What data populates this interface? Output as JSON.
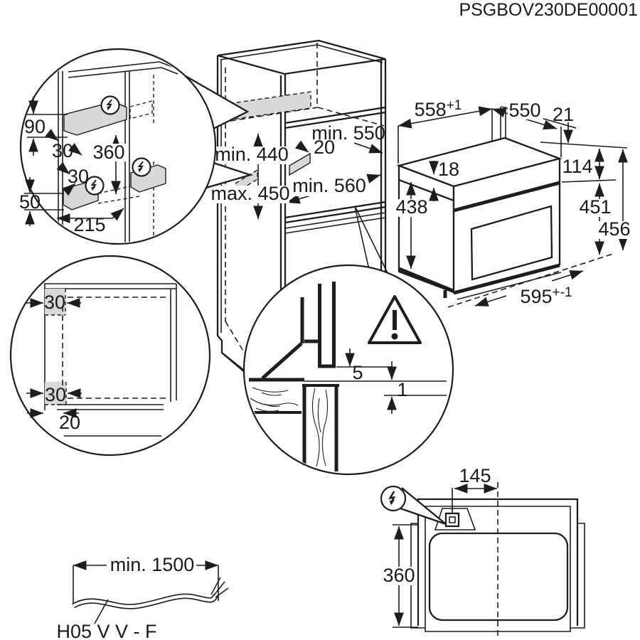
{
  "product_code": "PSGBOV230DE00001",
  "colors": {
    "line": "#1d1d1b",
    "highlight": "#d8d8d8",
    "background": "#ffffff"
  },
  "icons": {
    "electrical": "lightning-bolt-circle",
    "warning": "exclamation-triangle"
  },
  "detail_connection_area": {
    "dim_90": "90",
    "dim_30_upper": "30",
    "dim_360": "360",
    "dim_30_lower": "30",
    "dim_50": "50",
    "dim_215": "215"
  },
  "cabinet_niche": {
    "dim_depth_top": "min. 550",
    "dim_rear_gap": "20",
    "dim_height_min": "min. 440",
    "dim_height_max": "max. 450",
    "dim_depth_bottom": "min. 560"
  },
  "oven": {
    "dim_rear_width": {
      "value": "558",
      "tolerance": "+1"
    },
    "dim_depth": "550",
    "dim_top_gap": "21",
    "dim_top_trim": "18",
    "dim_body_height": "438",
    "dim_front_upper": "114",
    "dim_front_height": "451",
    "dim_total_height": "456",
    "dim_front_width": {
      "value": "595",
      "tolerance": "+-1"
    }
  },
  "detail_side_clearances": {
    "dim_30_upper": "30",
    "dim_30_lower": "30",
    "dim_20": "20"
  },
  "detail_front_edge": {
    "dim_5": "5",
    "dim_1": "1"
  },
  "plan_view": {
    "dim_145": "145",
    "dim_360": "360"
  },
  "mains_cable": {
    "dim_length": "min. 1500",
    "type": "H05 V V - F"
  }
}
